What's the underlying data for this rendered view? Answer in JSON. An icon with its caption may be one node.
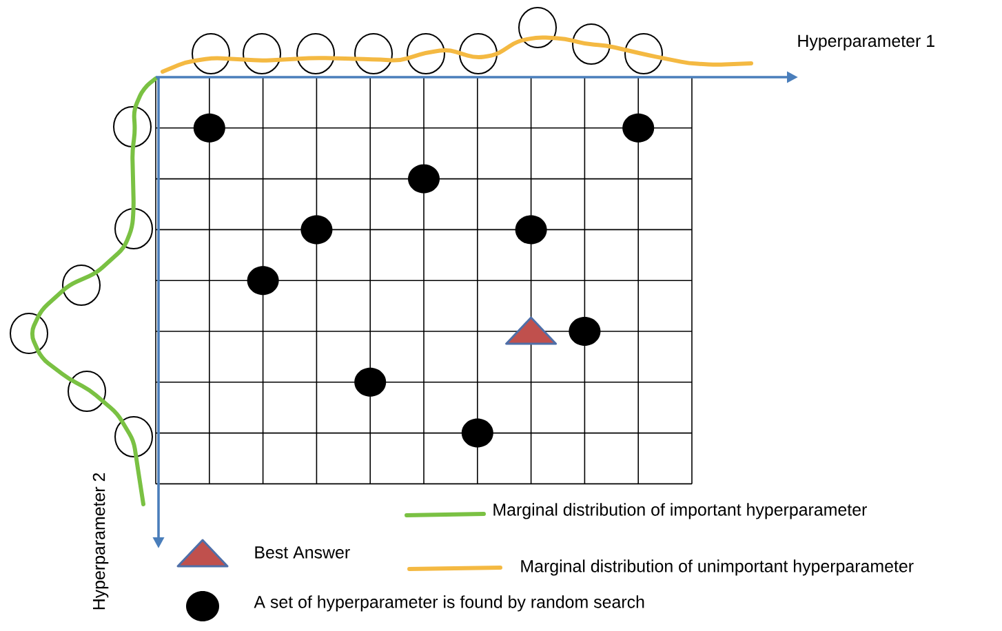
{
  "diagram": {
    "labels": [
      "Hyperparameter 1",
      "Hyperparameter 2"
    ],
    "legend": [
      {
        "text": "Marginal distribution of important hyperparameter"
      },
      {
        "text": "Best Answer"
      },
      {
        "text": "Marginal distribution of unimportant hyperparameter"
      },
      {
        "text": "A set of hyperparameter is found by random search"
      }
    ]
  }
}
